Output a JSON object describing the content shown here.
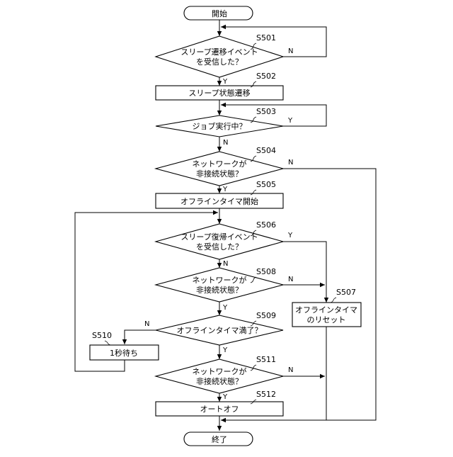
{
  "start": "開始",
  "end": "終了",
  "decisions": {
    "s501": {
      "id": "S501",
      "lines": [
        "スリープ遷移イベント",
        "を受信した？"
      ],
      "yes": "Y",
      "no": "N"
    },
    "s503": {
      "id": "S503",
      "lines": [
        "ジョブ実行中？"
      ],
      "yes": "Y",
      "no": "N"
    },
    "s504": {
      "id": "S504",
      "lines": [
        "ネットワークが",
        "非接続状態？"
      ],
      "yes": "Y",
      "no": "N"
    },
    "s506": {
      "id": "S506",
      "lines": [
        "スリープ復帰イベント",
        "を受信した？"
      ],
      "yes": "Y",
      "no": "N"
    },
    "s508": {
      "id": "S508",
      "lines": [
        "ネットワークが",
        "非接続状態？"
      ],
      "yes": "Y",
      "no": "N"
    },
    "s509": {
      "id": "S509",
      "lines": [
        "オフラインタイマ満了？"
      ],
      "yes": "Y",
      "no": "N"
    },
    "s511": {
      "id": "S511",
      "lines": [
        "ネットワークが",
        "非接続状態？"
      ],
      "yes": "Y",
      "no": "N"
    }
  },
  "processes": {
    "s502": {
      "id": "S502",
      "lines": [
        "スリープ状態遷移"
      ]
    },
    "s505": {
      "id": "S505",
      "lines": [
        "オフラインタイマ開始"
      ]
    },
    "s507": {
      "id": "S507",
      "lines": [
        "オフラインタイマ",
        "のリセット"
      ]
    },
    "s510": {
      "id": "S510",
      "lines": [
        "1秒待ち"
      ]
    },
    "s512": {
      "id": "S512",
      "lines": [
        "オートオフ"
      ]
    }
  }
}
